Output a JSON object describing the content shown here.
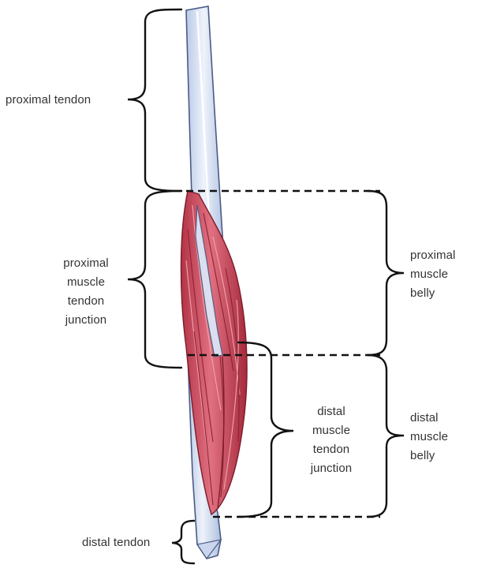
{
  "colors": {
    "background": "#ffffff",
    "text": "#333333",
    "tendon_fill": "#dbe6f6",
    "tendon_edge": "#4a5b86",
    "tendon_highlight": "#ffffff",
    "muscle_fill": "#cf4f61",
    "muscle_dark": "#8e2233",
    "muscle_light": "#ef8f9c",
    "bracket": "#111111"
  },
  "labels": {
    "proximal_tendon": "proximal tendon",
    "proximal_junction": [
      "proximal",
      "muscle",
      "tendon",
      "junction"
    ],
    "proximal_belly": [
      "proximal",
      "muscle",
      "belly"
    ],
    "distal_junction": [
      "distal",
      "muscle",
      "tendon",
      "junction"
    ],
    "distal_belly": [
      "distal",
      "muscle",
      "belly"
    ],
    "distal_tendon": "distal tendon"
  },
  "icons": [
    "curly-brace-icon",
    "dashed-line-icon"
  ]
}
